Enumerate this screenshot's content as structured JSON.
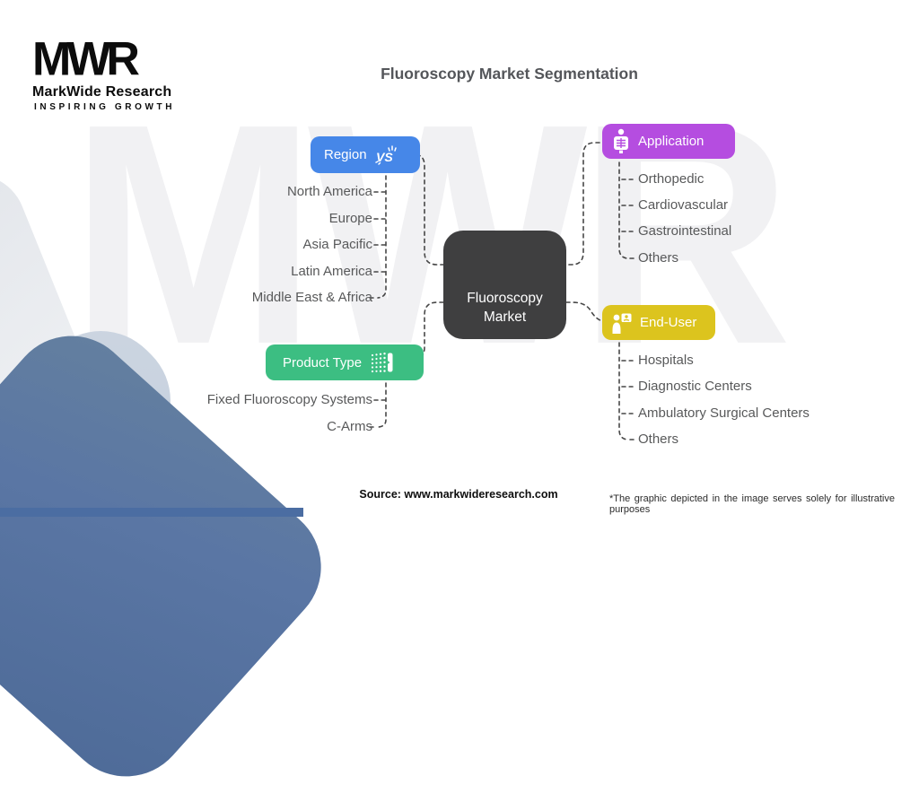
{
  "logo": {
    "mark": "MWR",
    "name": "MarkWide Research",
    "tagline": "INSPIRING GROWTH"
  },
  "title": "Fluoroscopy Market Segmentation",
  "watermark": "MWR",
  "center": {
    "label": "Fluoroscopy Market",
    "line1": "Fluoroscopy",
    "line2": "Market",
    "color": "#3F3F40"
  },
  "branches": [
    {
      "id": "region",
      "label": "Region",
      "color": "#4687E8",
      "icon": "vs-burst-icon",
      "items": [
        "North America",
        "Europe",
        "Asia Pacific",
        "Latin America",
        "Middle East & Africa"
      ]
    },
    {
      "id": "application",
      "label": "Application",
      "color": "#B54DE0",
      "icon": "body-scan-icon",
      "items": [
        "Orthopedic",
        "Cardiovascular",
        "Gastrointestinal",
        "Others"
      ]
    },
    {
      "id": "product_type",
      "label": "Product Type",
      "color": "#3CBE82",
      "icon": "dotted-transition-icon",
      "items": [
        "Fixed Fluoroscopy Systems",
        "C-Arms"
      ]
    },
    {
      "id": "end_user",
      "label": "End-User",
      "color": "#DCC41E",
      "icon": "person-badge-icon",
      "items": [
        "Hospitals",
        "Diagnostic Centers",
        "Ambulatory Surgical Centers",
        "Others"
      ]
    }
  ],
  "footer": {
    "source": "Source: www.markwideresearch.com",
    "disclaimer": "*The graphic depicted in the image serves solely for illustrative purposes"
  }
}
